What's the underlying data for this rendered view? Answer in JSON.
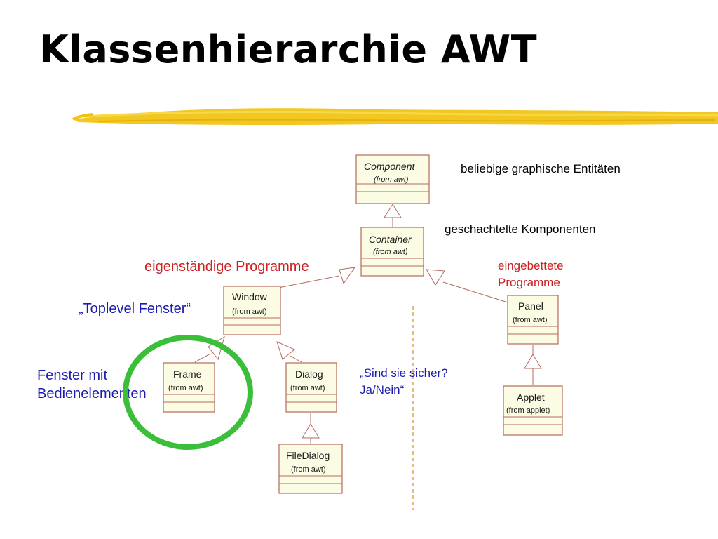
{
  "slide": {
    "title": "Klassenhierarchie AWT",
    "colors": {
      "underline": "#f2c20f",
      "class_fill": "#fcfbe3",
      "class_border": "#b36b5c",
      "note_red": "#cc1f1f",
      "note_blue": "#1b1bb0",
      "highlight": "#3bbf3b",
      "separator": "#d9963a"
    }
  },
  "classes": {
    "component": {
      "name": "Component",
      "package": "(from awt)",
      "abstract": true
    },
    "container": {
      "name": "Container",
      "package": "(from awt)",
      "abstract": true
    },
    "window": {
      "name": "Window",
      "package": "(from awt)",
      "abstract": false
    },
    "panel": {
      "name": "Panel",
      "package": "(from awt)",
      "abstract": false
    },
    "frame": {
      "name": "Frame",
      "package": "(from awt)",
      "abstract": false
    },
    "dialog": {
      "name": "Dialog",
      "package": "(from awt)",
      "abstract": false
    },
    "filedialog": {
      "name": "FileDialog",
      "package": "(from awt)",
      "abstract": false
    },
    "applet": {
      "name": "Applet",
      "package": "(from applet)",
      "abstract": false
    }
  },
  "inheritance": [
    {
      "child": "Container",
      "parent": "Component"
    },
    {
      "child": "Window",
      "parent": "Container"
    },
    {
      "child": "Panel",
      "parent": "Container"
    },
    {
      "child": "Frame",
      "parent": "Window"
    },
    {
      "child": "Dialog",
      "parent": "Window"
    },
    {
      "child": "FileDialog",
      "parent": "Dialog"
    },
    {
      "child": "Applet",
      "parent": "Panel"
    }
  ],
  "annotations": {
    "component_note": "beliebige graphische Entitäten",
    "container_note": "geschachtelte Komponenten",
    "window_note": "eigenständige Programme",
    "window_subnote": "„Toplevel Fenster“",
    "panel_note_line1": "eingebettete",
    "panel_note_line2": "Programme",
    "frame_note_line1": "Fenster mit",
    "frame_note_line2": "Bedienelementen",
    "dialog_note_line1": "„Sind sie sicher?",
    "dialog_note_line2": "Ja/Nein“"
  }
}
